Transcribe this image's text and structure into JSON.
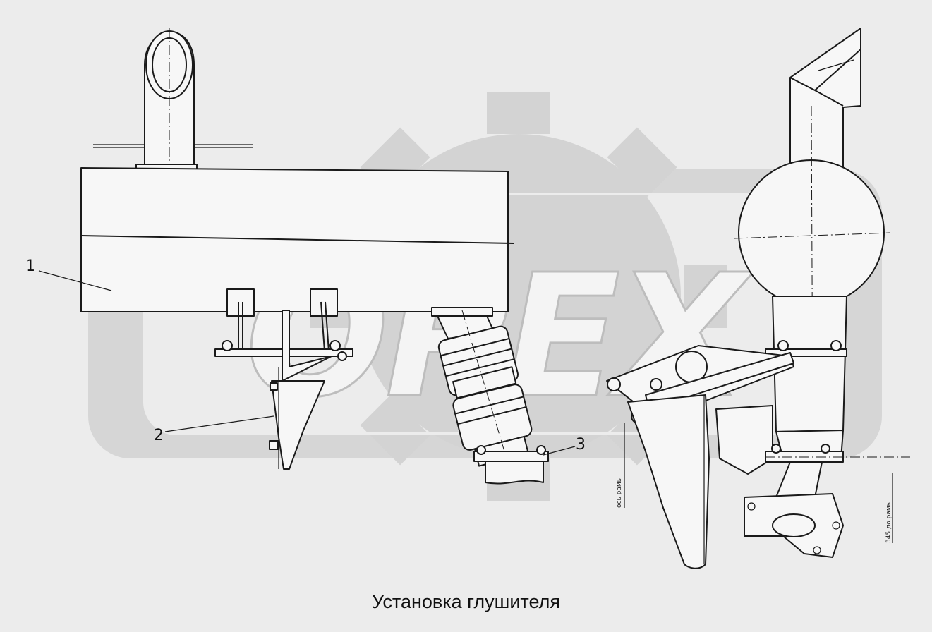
{
  "caption": "Установка глушителя",
  "callouts": {
    "c1": "1",
    "c2": "2",
    "c3": "3"
  },
  "side_notes": {
    "left": "ось рамы",
    "right": "345 до рамы"
  },
  "watermark": {
    "text": "OPEX",
    "color": "#c8c8c8"
  },
  "colors": {
    "line": "#1a1a1a",
    "background": "#ececec"
  }
}
